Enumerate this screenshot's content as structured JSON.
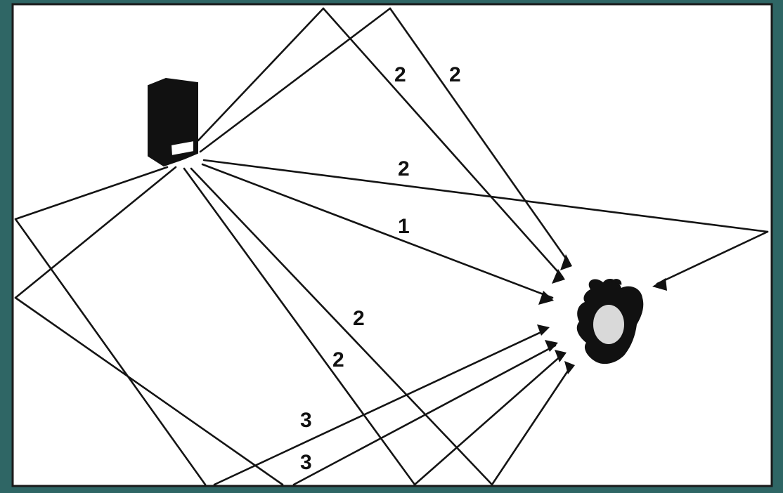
{
  "colors": {
    "frame": "#2f6665",
    "room": "#ffffff",
    "ink": "#111111",
    "listener_face": "#d9d9d9"
  },
  "icons": {
    "source": "loudspeaker-icon",
    "receiver": "listener-head-icon"
  },
  "path_labels": {
    "direct": "1",
    "top_left": "2",
    "top_right": "2",
    "side_wall": "2",
    "lower_upper": "2",
    "lower_lower": "2",
    "floor_upper": "3",
    "floor_lower": "3"
  }
}
